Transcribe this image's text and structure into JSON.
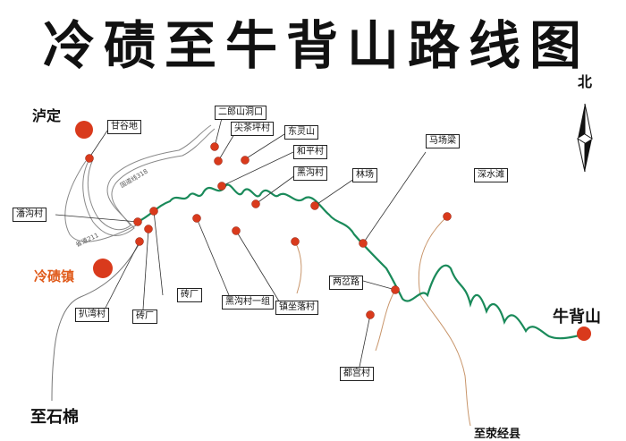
{
  "title": "冷碛至牛背山路线图",
  "compass": {
    "north_label": "北"
  },
  "towns": {
    "luding": "泸定",
    "lengqi": "冷碛镇",
    "niubeishan": "牛背山",
    "to_shimian": "至石棉",
    "to_yingjing": "至荥经县"
  },
  "colors": {
    "main_route": "#1a8a5a",
    "branch_road": "#c8956a",
    "town_dot": "#d93a1c",
    "highlight": "#e05a1a"
  },
  "road_labels": {
    "nh318": "国道线318",
    "sh211": "省道211"
  },
  "places": {
    "gangudi": "甘谷地",
    "erlangshan_tunnel": "二郎山洞口",
    "jianchaping": "尖茶坪村",
    "donglingshan": "东灵山",
    "hepingcun": "和平村",
    "heigoucun": "黑沟村",
    "linchang": "林场",
    "machangliang": "马场梁",
    "shenshuitan": "深水滩",
    "pangoucun": "潘沟村",
    "zhuanchang_upper": "砖厂",
    "heigou_1": "黑沟村一组",
    "zhenzuoluo": "镇坐落村",
    "liangchalu": "两岔路",
    "pawancun": "扒湾村",
    "zhuanchang_lower": "砖厂",
    "dugongcun": "都宫村"
  }
}
